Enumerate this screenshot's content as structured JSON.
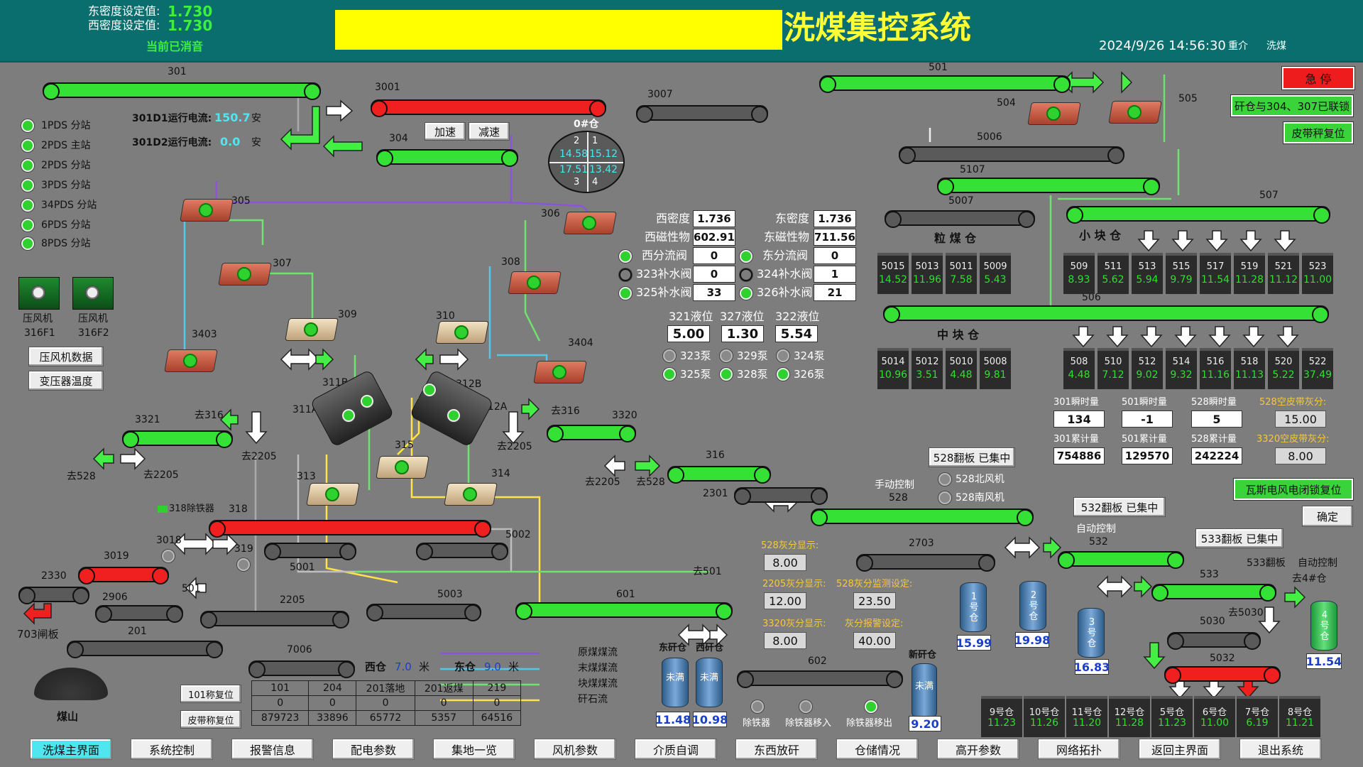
{
  "header": {
    "east_density_label": "东密度设定值:",
    "east_density_value": "1.730",
    "west_density_label": "西密度设定值:",
    "west_density_value": "1.730",
    "muted": "当前已消音",
    "title": "洗煤集控系统",
    "datetime": "2024/9/26   14:56:30",
    "medium": "重介",
    "wash": "洗煤"
  },
  "controls": {
    "estop": "急  停",
    "linkage": "矸仓与304、307已联锁",
    "scale_reset": "皮带秤复位",
    "gas_reset": "瓦斯电风电闭锁复位",
    "confirm": "确定",
    "accel": "加速",
    "decel": "减速"
  },
  "pds": [
    "1PDS 分站",
    "2PDS 主站",
    "2PDS 分站",
    "3PDS 分站",
    "34PDS 分站",
    "6PDS 分站",
    "8PDS 分站"
  ],
  "currents": {
    "d1_label": "301D1运行电流:",
    "d1_value": "150.7",
    "d1_unit": "安",
    "d2_label": "301D2运行电流:",
    "d2_value": "0.0",
    "d2_unit": "安"
  },
  "compressors": [
    {
      "name": "压风机",
      "id": "316F1"
    },
    {
      "name": "压风机",
      "id": "316F2"
    }
  ],
  "side_buttons": {
    "comp_data": "压风机数据",
    "trans_temp": "变压器温度",
    "w101_reset": "101称复位",
    "belt_reset": "皮带称复位"
  },
  "silo0": {
    "title": "0#仓",
    "q": [
      "2",
      "1",
      "3",
      "4"
    ],
    "vals": [
      "14.58",
      "15.12",
      "17.51",
      "13.42"
    ]
  },
  "density": {
    "west_label": "西密度",
    "west": "1.736",
    "east_label": "东密度",
    "east": "1.736",
    "west_mag_label": "西磁性物",
    "west_mag": "602.91",
    "east_mag_label": "东磁性物",
    "east_mag": "711.56",
    "west_split_label": "西分流阀",
    "west_split": "0",
    "east_split_label": "东分流阀",
    "east_split": "0",
    "v323_label": "323补水阀",
    "v323": "0",
    "v324_label": "324补水阀",
    "v324": "1",
    "v325_label": "325补水阀",
    "v325": "33",
    "v326_label": "326补水阀",
    "v326": "21"
  },
  "levels": {
    "l321_label": "321液位",
    "l321": "5.00",
    "l327_label": "327液位",
    "l327": "1.30",
    "l322_label": "322液位",
    "l322": "5.54"
  },
  "pumps": [
    "323泵",
    "329泵",
    "324泵",
    "325泵",
    "328泵",
    "326泵"
  ],
  "labels": {
    "b301": "301",
    "b3001": "3001",
    "b3007": "3007",
    "b304": "304",
    "b305": "305",
    "b306": "306",
    "b307": "307",
    "b308": "308",
    "b309": "309",
    "b310": "310",
    "b3403": "3403",
    "b3404": "3404",
    "b311B": "311B",
    "b312B": "312B",
    "b311A": "311A",
    "b312A": "312A",
    "b315": "315",
    "b313": "313",
    "b314": "314",
    "b3321": "3321",
    "b3320": "3320",
    "b316": "316",
    "b318": "318",
    "b318i": "318除铁器",
    "b3018": "3018",
    "b319": "319",
    "b3019": "3019",
    "b5001": "5001",
    "b5002": "5002",
    "b2330": "2330",
    "b2906": "2906",
    "b501": "501",
    "b2205": "2205",
    "b5003": "5003",
    "b601": "601",
    "b201": "201",
    "b7006": "7006",
    "b2301": "2301",
    "b528": "528",
    "b2703": "2703",
    "b532": "532",
    "b533": "533",
    "b5030": "5030",
    "b5032": "5032",
    "b602": "602",
    "b501t": "501",
    "b504": "504",
    "b505": "505",
    "b5006": "5006",
    "b5107": "5107",
    "b5007": "5007",
    "b507": "507",
    "b506": "506",
    "to316a": "去316",
    "to316b": "去316",
    "to2205a": "去2205",
    "to2205b": "去2205",
    "to2205c": "去2205",
    "to2205d": "去2205",
    "to528a": "去528",
    "to528b": "去528",
    "to501": "去501",
    "to4": "去4#仓",
    "to5030": "去5030",
    "gate703": "703闸板",
    "coal_hill": "煤山",
    "manual": "手动控制",
    "auto532": "自动控制",
    "auto533": "自动控制",
    "flip533": "533翻板",
    "fan_n": "528北风机",
    "fan_s": "528南风机",
    "flip528": "528翻板 已集中",
    "flip532": "532翻板 已集中",
    "flip533b": "533翻板 已集中",
    "lump_fine": "粒 煤 仓",
    "small_lump": "小 块 仓",
    "mid_lump": "中 块 仓",
    "west_silo": "西仓",
    "west_silo_v": "7.0",
    "east_silo": "东仓",
    "east_silo_v": "9.0",
    "unit_m": "米",
    "east_gangue": "东矸仓",
    "west_gangue": "西矸仓",
    "new_gangue": "新矸仓",
    "iron_rm": "除铁器",
    "iron_in": "除铁器移入",
    "iron_out": "除铁器移出"
  },
  "legend": [
    "原煤煤流",
    "末煤煤流",
    "块煤煤流",
    "矸石流"
  ],
  "grain_bins": [
    {
      "n": "5015",
      "v": "14.52"
    },
    {
      "n": "5013",
      "v": "11.96"
    },
    {
      "n": "5011",
      "v": "7.58"
    },
    {
      "n": "5009",
      "v": "5.43"
    }
  ],
  "small_bins": [
    {
      "n": "509",
      "v": "8.93"
    },
    {
      "n": "511",
      "v": "5.62"
    },
    {
      "n": "513",
      "v": "5.94"
    },
    {
      "n": "515",
      "v": "9.79"
    },
    {
      "n": "517",
      "v": "11.54"
    },
    {
      "n": "519",
      "v": "11.28"
    },
    {
      "n": "521",
      "v": "11.12"
    },
    {
      "n": "523",
      "v": "11.00"
    }
  ],
  "mid_bins_l": [
    {
      "n": "5014",
      "v": "10.96"
    },
    {
      "n": "5012",
      "v": "3.51"
    },
    {
      "n": "5010",
      "v": "4.48"
    },
    {
      "n": "5008",
      "v": "9.81"
    }
  ],
  "mid_bins_r": [
    {
      "n": "508",
      "v": "4.48"
    },
    {
      "n": "510",
      "v": "7.12"
    },
    {
      "n": "512",
      "v": "9.02"
    },
    {
      "n": "514",
      "v": "9.32"
    },
    {
      "n": "516",
      "v": "11.16"
    },
    {
      "n": "518",
      "v": "11.13"
    },
    {
      "n": "520",
      "v": "5.22"
    },
    {
      "n": "522",
      "v": "37.49"
    }
  ],
  "bottom_bins": [
    {
      "n": "9号仓",
      "v": "11.23"
    },
    {
      "n": "10号仓",
      "v": "11.26"
    },
    {
      "n": "11号仓",
      "v": "11.20"
    },
    {
      "n": "12号仓",
      "v": "11.28"
    },
    {
      "n": "5号仓",
      "v": "11.23"
    },
    {
      "n": "6号仓",
      "v": "11.00"
    },
    {
      "n": "7号仓",
      "v": "6.19"
    },
    {
      "n": "8号仓",
      "v": "11.21"
    }
  ],
  "meters": {
    "m301i_label": "301瞬时量",
    "m301i": "134",
    "m501i_label": "501瞬时量",
    "m501i": "-1",
    "m528i_label": "528瞬时量",
    "m528i": "5",
    "m528ash_label": "528空皮带灰分:",
    "m528ash": "15.00",
    "m301t_label": "301累计量",
    "m301t": "754886",
    "m501t_label": "501累计量",
    "m501t": "129570",
    "m528t_label": "528累计量",
    "m528t": "242224",
    "m3320ash_label": "3320空皮带灰分:",
    "m3320ash": "8.00"
  },
  "ash": {
    "a528_label": "528灰分显示:",
    "a528": "8.00",
    "a2205_label": "2205灰分显示:",
    "a2205": "12.00",
    "a528set_label": "528灰分监测设定:",
    "a528set": "23.50",
    "a3320_label": "3320灰分显示:",
    "a3320": "8.00",
    "alarm_label": "灰分报警设定:",
    "alarm": "40.00"
  },
  "silos": [
    {
      "name": "1号仓",
      "v": "15.99"
    },
    {
      "name": "2号仓",
      "v": "19.98"
    },
    {
      "name": "3号仓",
      "v": "16.83"
    },
    {
      "name": "4号仓",
      "v": "11.54"
    }
  ],
  "gangue": {
    "east_state": "未满",
    "east_v": "11.48",
    "west_state": "未满",
    "west_v": "10.98",
    "new_state": "未满",
    "new_v": "9.20"
  },
  "table": {
    "headers": [
      "101",
      "204",
      "201落地",
      "201返煤",
      "219"
    ],
    "row1": [
      "0",
      "0",
      "0",
      "0",
      "0"
    ],
    "row2": [
      "879723",
      "33896",
      "65772",
      "5357",
      "64516"
    ]
  },
  "nav": [
    "洗煤主界面",
    "系统控制",
    "报警信息",
    "配电参数",
    "集地一览",
    "风机参数",
    "介质自调",
    "东西放矸",
    "仓储情况",
    "高开参数",
    "网络拓扑",
    "返回主界面",
    "退出系统"
  ]
}
